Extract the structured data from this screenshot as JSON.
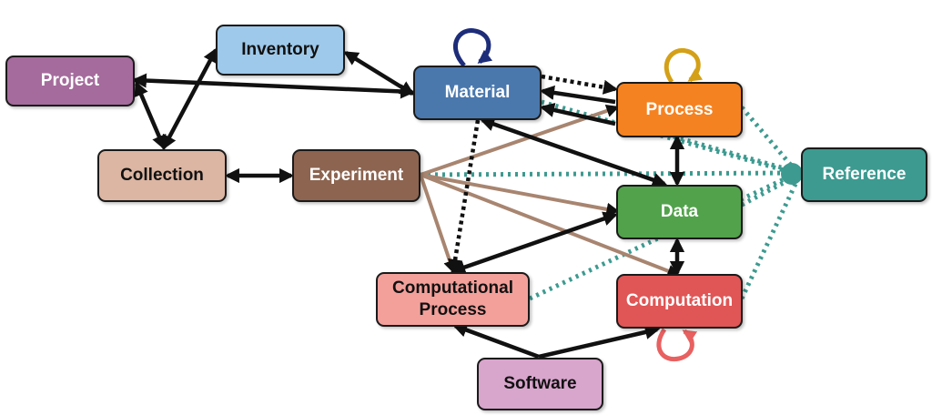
{
  "nodes": {
    "project": {
      "label": "Project",
      "color": "#a56b9c"
    },
    "inventory": {
      "label": "Inventory",
      "color": "#9ec9ea"
    },
    "material": {
      "label": "Material",
      "color": "#4a78ad"
    },
    "process": {
      "label": "Process",
      "color": "#f58220"
    },
    "reference": {
      "label": "Reference",
      "color": "#3d9a90"
    },
    "collection": {
      "label": "Collection",
      "color": "#dcb6a3"
    },
    "experiment": {
      "label": "Experiment",
      "color": "#8c6450"
    },
    "data": {
      "label": "Data",
      "color": "#52a24c"
    },
    "computational_process": {
      "label": "Computational\nProcess",
      "color": "#f3a09b"
    },
    "computation": {
      "label": "Computation",
      "color": "#e05555"
    },
    "software": {
      "label": "Software",
      "color": "#d8a5cc"
    }
  },
  "edge_colors": {
    "solid": "#111111",
    "experiment_link": "#a88570",
    "reference_link": "#3d9a90",
    "material_loop": "#1d2d7a",
    "process_loop": "#d4a017",
    "computation_loop": "#e86060"
  }
}
